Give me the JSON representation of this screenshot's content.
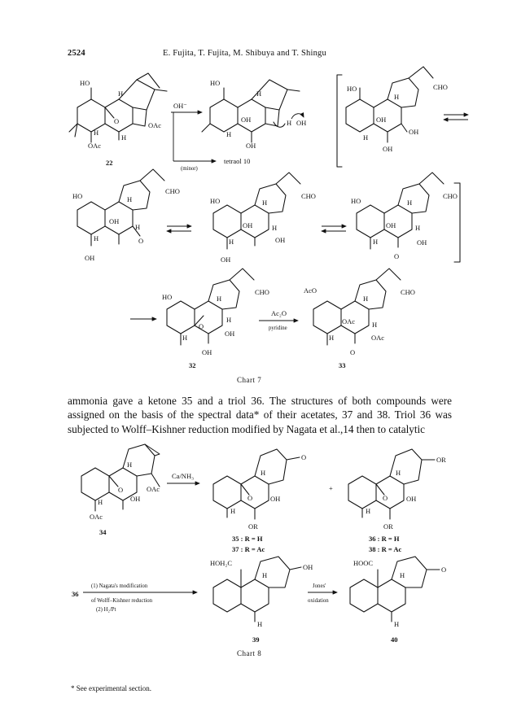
{
  "header": {
    "page_number": "2524",
    "authors": "E. Fujita, T. Fujita, M. Shibuya and T. Shingu"
  },
  "chart7": {
    "caption": "Chart 7",
    "row1": {
      "c22": {
        "ho": "HO",
        "h_top": "H",
        "o": "O",
        "oac_right": "OAc",
        "h_left": "H",
        "oac_bottom": "OAc",
        "h_bottom": "H",
        "number": "22"
      },
      "reagent": "OH⁻",
      "minor": "(minor)",
      "tetraol": "tetraol 10",
      "c_mid": {
        "ho": "HO",
        "h_top": "H",
        "oh_mid": "OH",
        "h_left": "H",
        "oh_bottom": "OH",
        "attack": "H",
        "oh_attack": "OH"
      },
      "c_right": {
        "ho": "HO",
        "cho": "CHO",
        "h_top": "H",
        "oh_mid": "OH",
        "oh_right": "OH",
        "h_left": "H",
        "oh_bottom": "OH"
      }
    },
    "row2": {
      "a": {
        "ho": "HO",
        "cho": "CHO",
        "h_top": "H",
        "oh_mid": "OH",
        "h_right": "H",
        "h_left": "H",
        "o": "O",
        "oh_bottom": "OH"
      },
      "b": {
        "ho": "HO",
        "cho": "CHO",
        "h_top": "H",
        "oh_mid": "OH",
        "h_right": "H",
        "oh_right": "OH",
        "h_left": "H",
        "oh_bottom": "OH"
      },
      "c": {
        "ho": "HO",
        "cho": "CHO",
        "h_top": "H",
        "oh_mid": "OH",
        "h_right": "H",
        "oh_right": "OH",
        "h_left": "H",
        "o_bottom": "O"
      }
    },
    "row3": {
      "c32": {
        "ho": "HO",
        "cho": "CHO",
        "h_top": "H",
        "h_right": "H",
        "o": "O",
        "oh_right": "OH",
        "h_left": "H",
        "oh_bottom": "OH",
        "number": "32"
      },
      "reagent_top": "Ac₂O",
      "reagent_bottom": "pyridine",
      "c33": {
        "aco": "AcO",
        "cho": "CHO",
        "h_top": "H",
        "oac_mid": "OAc",
        "h_right": "H",
        "oac_right": "OAc",
        "h_left": "H",
        "o_bottom": "O",
        "number": "33"
      }
    }
  },
  "body_text": "ammonia gave a ketone 35 and a triol 36. The structures of both compounds were assigned on the basis of the spectral data* of their acetates, 37 and 38. Triol 36 was subjected to Wolff–Kishner reduction modified by Nagata et al.,14 then to catalytic",
  "chart8": {
    "caption": "Chart 8",
    "row1": {
      "c34": {
        "h_top": "H",
        "o": "O",
        "oac_right": "OAc",
        "oh": "OH",
        "h_left": "H",
        "oac_bottom": "OAc",
        "number": "34"
      },
      "reagent": "Ca/NH₃",
      "c35": {
        "h_top": "H",
        "o": "O",
        "oh": "OH",
        "h_left": "H",
        "or_bottom": "OR",
        "label1": "35 : R = H",
        "label2": "37 : R = Ac"
      },
      "plus": "+",
      "c36": {
        "h_top": "H",
        "or_top": "OR",
        "o": "O",
        "oh": "OH",
        "h_left": "H",
        "or_bottom": "OR",
        "label1": "36 : R = H",
        "label2": "38 : R = Ac"
      }
    },
    "row2": {
      "start": "36",
      "step1": "(1) Nagata's modification",
      "step1b": "of Wolff–Kishner reduction",
      "step2": "(2) H₂/Pt",
      "c39": {
        "hoh2c": "HOH₂C",
        "h_top": "H",
        "oh": "OH",
        "h_bottom": "H",
        "number": "39"
      },
      "reagent_top": "Jones'",
      "reagent_bottom": "oxidation",
      "c40": {
        "hooc": "HOOC",
        "h_top": "H",
        "h_bottom": "H",
        "number": "40"
      }
    }
  },
  "footnote": "* See experimental section."
}
